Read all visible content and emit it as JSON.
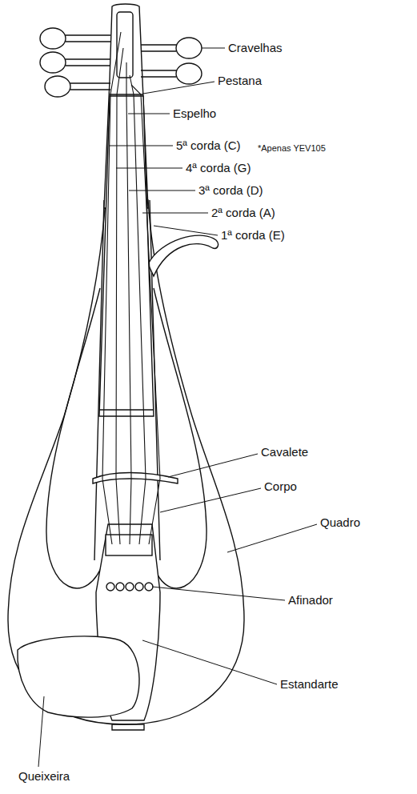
{
  "diagram": {
    "labels": [
      "Cravelhas",
      "Pestana",
      "Espelho",
      "5ª corda (C)",
      "*Apenas YEV105",
      "4ª corda (G)",
      "3ª corda (D)",
      "2ª corda (A)",
      "1ª corda (E)",
      "Cavalete",
      "Corpo",
      "Quadro",
      "Afinador",
      "Estandarte",
      "Queixeira"
    ]
  }
}
